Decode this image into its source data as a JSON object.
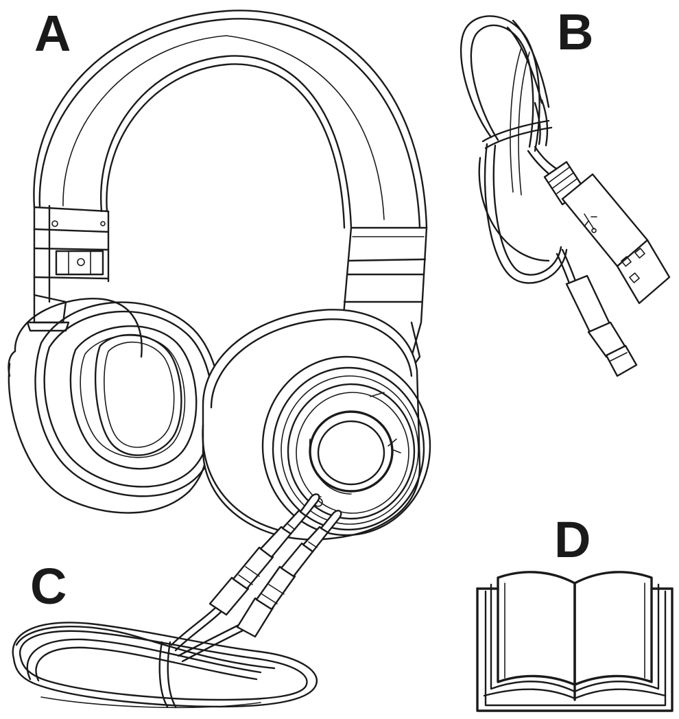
{
  "labels": {
    "a": "A",
    "b": "B",
    "c": "C",
    "d": "D"
  },
  "items": [
    {
      "label": "A",
      "icon": "headphones-icon"
    },
    {
      "label": "B",
      "icon": "usb-cable-icon"
    },
    {
      "label": "C",
      "icon": "audio-cable-icon"
    },
    {
      "label": "D",
      "icon": "manual-book-icon"
    }
  ],
  "colors": {
    "line": "#1a1a1a",
    "background": "#ffffff"
  }
}
